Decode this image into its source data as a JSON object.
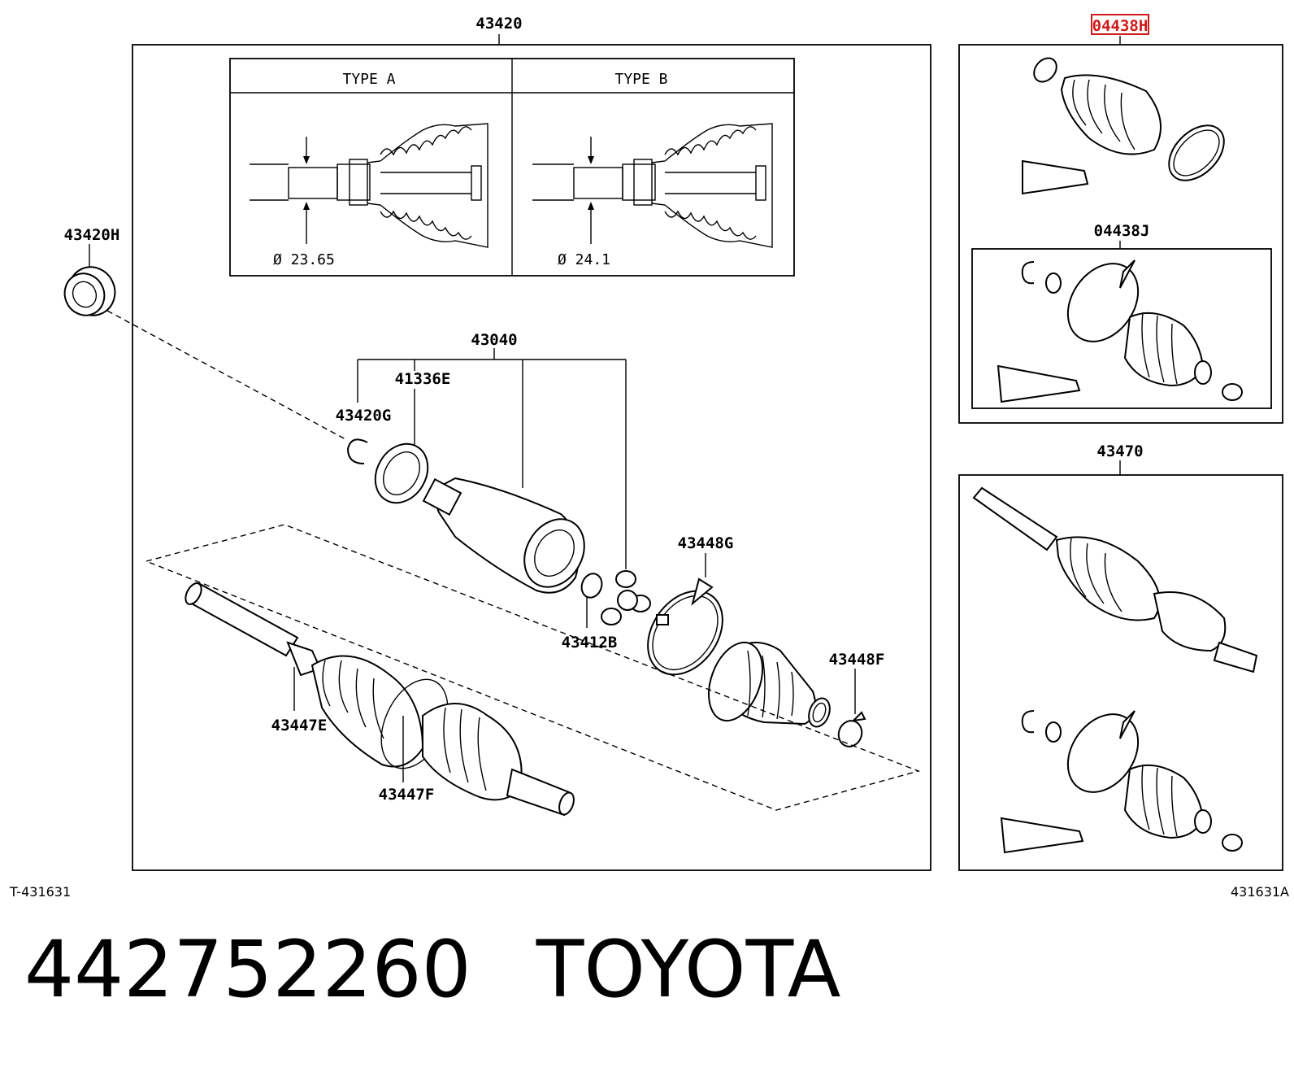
{
  "diagram": {
    "labels": {
      "main_assembly": "43420",
      "boot_kit_outer": "04438H",
      "boot_kit_inner": "04438J",
      "shaft_assembly_right": "43470",
      "seal": "43420H",
      "joint_kit": "43040",
      "dust_seal": "41336E",
      "snap_ring": "43420G",
      "clamp_large": "43448G",
      "clamp_small": "43448F",
      "snap_ring_small": "43412B",
      "clamp_e": "43447E",
      "clamp_f": "43447F"
    },
    "inset": {
      "type_a_title": "TYPE A",
      "type_b_title": "TYPE B",
      "type_a_dim": "Ø 23.65",
      "type_b_dim": "Ø 24.1"
    },
    "highlighted_part": "04438H",
    "highlight_color": "#d01a1a",
    "ref_left": "T-431631",
    "ref_right": "431631A"
  },
  "caption": {
    "part_number": "442752260",
    "brand": "TOYOTA"
  }
}
